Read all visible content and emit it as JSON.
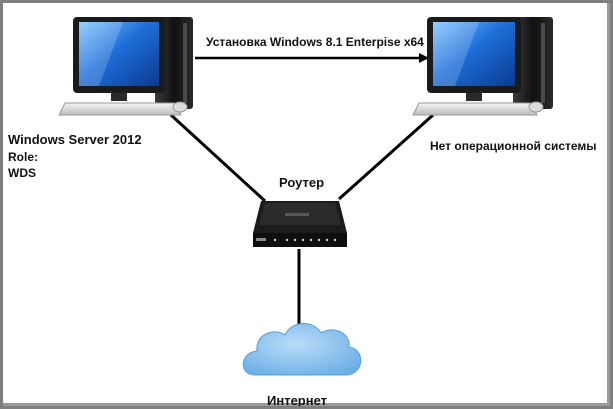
{
  "diagram": {
    "server": {
      "name": "Windows Server 2012",
      "role_label": "Role:",
      "role_value": "WDS",
      "icon": "desktop-computer-icon"
    },
    "client": {
      "name": "Нет операционной системы",
      "icon": "desktop-computer-icon"
    },
    "install_arrow": {
      "label": "Установка Windows 8.1 Enterpise x64"
    },
    "router": {
      "label": "Роутер",
      "icon": "router-icon"
    },
    "internet": {
      "label": "Интернет",
      "icon": "cloud-icon"
    },
    "colors": {
      "connection_line": "#000000",
      "screen_blue": "#1e6fd9",
      "cloud_blue": "#8fc4ee",
      "device_black": "#111111"
    }
  }
}
